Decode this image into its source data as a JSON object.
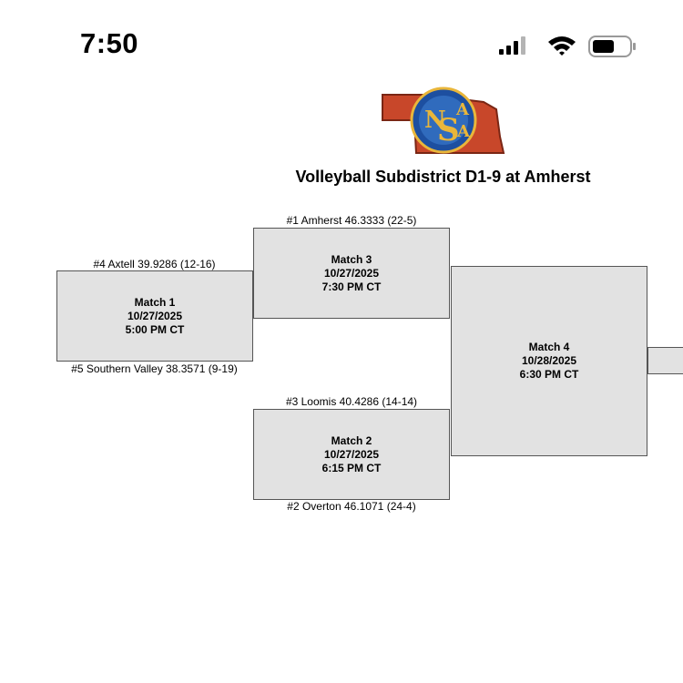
{
  "status_bar": {
    "time": "7:50",
    "icons": [
      "cellular-signal-icon",
      "wifi-icon",
      "battery-icon"
    ]
  },
  "logo": {
    "name": "nsaa-logo",
    "lettering": "NSAA"
  },
  "bracket": {
    "title": "Volleyball Subdistrict D1-9 at Amherst",
    "teams": {
      "seed1": "#1 Amherst 46.3333 (22-5)",
      "seed4": "#4 Axtell 39.9286 (12-16)",
      "seed5": "#5 Southern Valley 38.3571 (9-19)",
      "seed3": "#3 Loomis 40.4286 (14-14)",
      "seed2": "#2 Overton 46.1071 (24-4)"
    },
    "matches": {
      "m1": {
        "name": "Match 1",
        "date": "10/27/2025",
        "time": "5:00 PM CT"
      },
      "m2": {
        "name": "Match 2",
        "date": "10/27/2025",
        "time": "6:15 PM CT"
      },
      "m3": {
        "name": "Match 3",
        "date": "10/27/2025",
        "time": "7:30 PM CT"
      },
      "m4": {
        "name": "Match 4",
        "date": "10/28/2025",
        "time": "6:30 PM CT"
      }
    }
  },
  "colors": {
    "match_box": "#e2e2e2",
    "border": "#555555",
    "logo_state": "#c8472a",
    "logo_blue": "#1d4fa0",
    "logo_gold": "#e9b63a"
  }
}
